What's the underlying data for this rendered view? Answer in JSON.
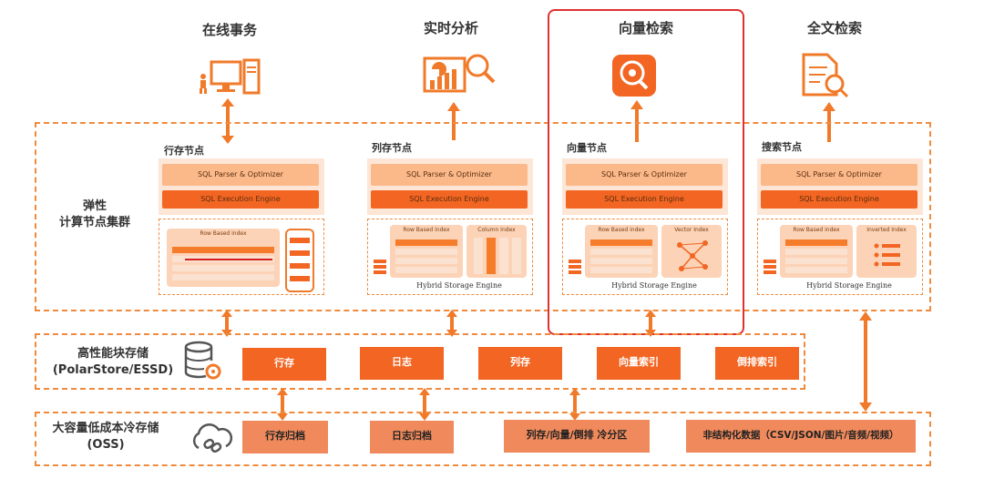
{
  "columns": {
    "oltp": {
      "title": "在线事务",
      "node_label": "行存节点",
      "row_index": "Row Based index"
    },
    "olap": {
      "title": "实时分析",
      "node_label": "列存节点",
      "row_index": "Row Based index",
      "col_index": "Column Index",
      "hybrid": "Hybrid Storage Engine"
    },
    "vector": {
      "title": "向量检索",
      "node_label": "向量节点",
      "row_index": "Row Based index",
      "vec_index": "Vector Index",
      "hybrid": "Hybrid Storage Engine"
    },
    "fulltext": {
      "title": "全文检索",
      "node_label": "搜索节点",
      "row_index": "Row Based index",
      "inv_index": "Inverted Index",
      "hybrid": "Hybrid Storage Engine"
    }
  },
  "engine": {
    "parser": "SQL Parser & Optimizer",
    "exec": "SQL Execution Engine"
  },
  "layers": {
    "compute": {
      "line1": "弹性",
      "line2": "计算节点集群"
    },
    "block": {
      "line1": "高性能块存储",
      "line2": "(PolarStore/ESSD)"
    },
    "oss": {
      "line1": "大容量低成本冷存储",
      "line2": "(OSS)"
    }
  },
  "block_items": [
    "行存",
    "日志",
    "列存",
    "向量索引",
    "倒排索引"
  ],
  "oss_items": [
    "行存归档",
    "日志归档",
    "列存/向量/倒排 冷分区",
    "非结构化数据（CSV/JSON/图片/音频/视频）"
  ],
  "colors": {
    "accent": "#f26522",
    "light": "#fbb98a",
    "highlight_border": "#e03030"
  }
}
